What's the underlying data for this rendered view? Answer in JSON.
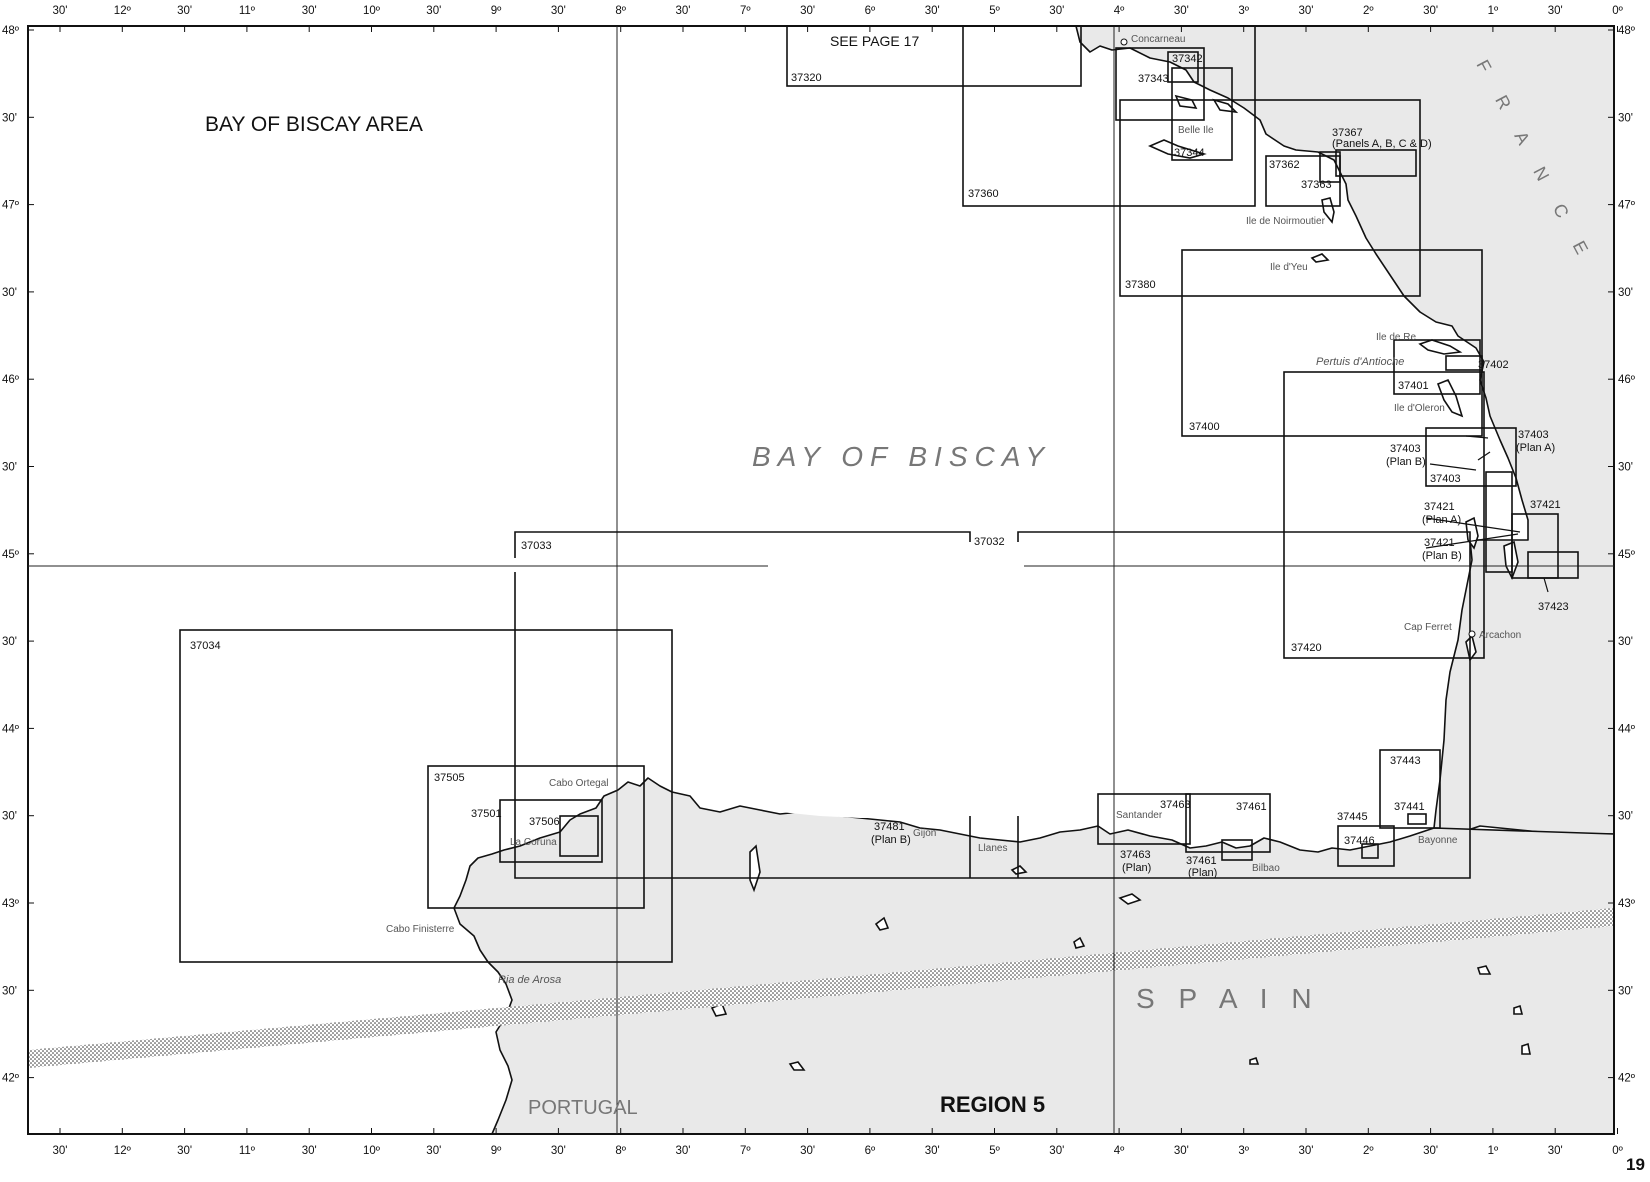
{
  "page_number": "19",
  "map_title": "BAY OF BISCAY AREA",
  "sea_label": "BAY OF BISCAY",
  "region_label": "REGION 5",
  "countries": {
    "france": "F R A N C E",
    "spain": "S P A I N",
    "portugal": "PORTUGAL"
  },
  "see_page_note": "SEE PAGE 17",
  "longitude_ticks": [
    "30'",
    "12º",
    "30'",
    "11º",
    "30'",
    "10º",
    "30'",
    "9º",
    "30'",
    "8º",
    "30'",
    "7º",
    "30'",
    "6º",
    "30'",
    "5º",
    "30'",
    "4º",
    "30'",
    "3º",
    "30'",
    "2º",
    "30'",
    "1º",
    "30'",
    "0º"
  ],
  "latitude_ticks": [
    "48º",
    "30'",
    "47º",
    "30'",
    "46º",
    "30'",
    "45º",
    "30'",
    "44º",
    "30'",
    "43º",
    "30'",
    "42º"
  ],
  "chart_numbers": {
    "c37320": "37320",
    "c37360": "37360",
    "c37342": "37342",
    "c37343": "37343",
    "c37344": "37344",
    "c37380": "37380",
    "c37367": "37367",
    "c37367_note": "(Panels A, B, C & D)",
    "c37362": "37362",
    "c37363": "37363",
    "c37400": "37400",
    "c37402": "37402",
    "c37401": "37401",
    "c37420": "37420",
    "c37403_a": "37403",
    "c37403_a_note": "(Plan A)",
    "c37403_b": "37403",
    "c37403_b_note": "(Plan B)",
    "c37403": "37403",
    "c37421": "37421",
    "c37421_a": "37421",
    "c37421_a_note": "(Plan A)",
    "c37421_b": "37421",
    "c37421_b_note": "(Plan B)",
    "c37423": "37423",
    "c37033": "37033",
    "c37032": "37032",
    "c37034": "37034",
    "c37505": "37505",
    "c37501": "37501",
    "c37506": "37506",
    "c37481": "37481",
    "c37481_note": "(Plan B)",
    "c37463": "37463",
    "c37463_p": "37463",
    "c37463_p_note": "(Plan)",
    "c37461": "37461",
    "c37461_p": "37461",
    "c37461_p_note": "(Plan)",
    "c37443": "37443",
    "c37441": "37441",
    "c37445": "37445",
    "c37446": "37446"
  },
  "places": {
    "concarneau": "Concarneau",
    "belle_ile": "Belle Ile",
    "noirmoutier": "Ile de Noirmoutier",
    "yeu": "Ile d'Yeu",
    "re": "Ile de Re",
    "antioche": "Pertuis d'Antioche",
    "oleron": "Ile d'Oleron",
    "cap_ferret": "Cap Ferret",
    "arcachon": "Arcachon",
    "bayonne": "Bayonne",
    "bilbao": "Bilbao",
    "santander": "Santander",
    "llanes": "Llanes",
    "gijon": "Gijon",
    "cabo_ortegal": "Cabo Ortegal",
    "la_coruna": "La Coruna",
    "cabo_finisterre": "Cabo Finisterre",
    "ria_de_arosa": "Ria de Arosa"
  }
}
